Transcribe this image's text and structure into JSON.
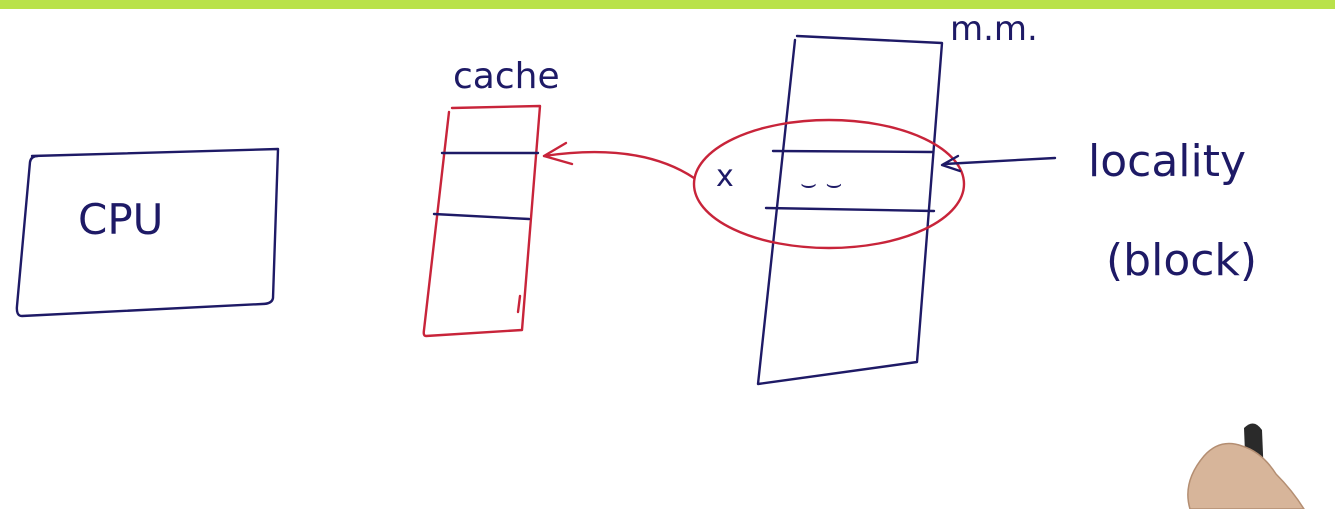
{
  "labels": {
    "cpu": "CPU",
    "cache": "cache",
    "main_memory": "m.m.",
    "element": "x",
    "words": "⌣ ⌣",
    "locality": "locality",
    "block": "(block)"
  },
  "colors": {
    "blue_ink": "#1e1a66",
    "red_ink": "#c8243a",
    "top_bar": "#b9e24a",
    "board": "#ffffff"
  }
}
